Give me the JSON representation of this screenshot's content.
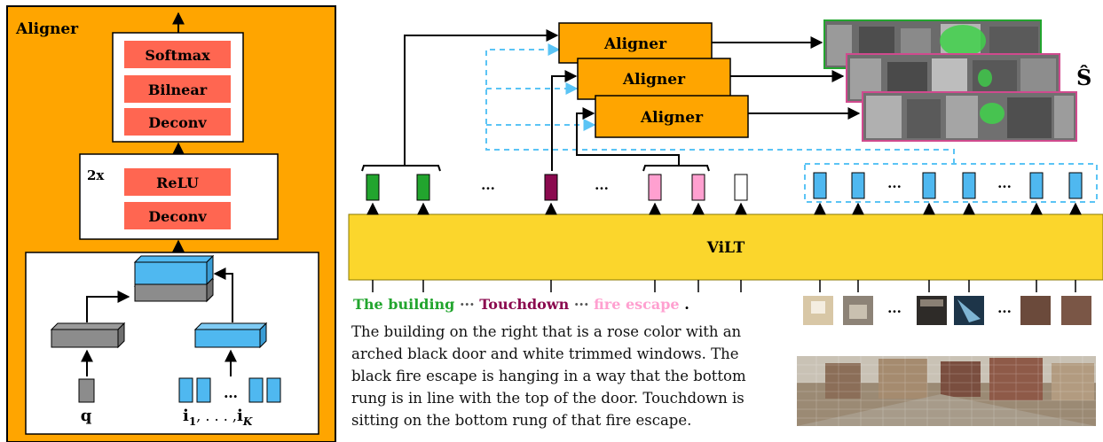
{
  "aligner_panel": {
    "title": "Aligner",
    "top_stack": [
      "Softmax",
      "Bilnear",
      "Deconv"
    ],
    "repeat_label": "2x",
    "mid_stack": [
      "ReLU",
      "Deconv"
    ],
    "query_label": "q",
    "image_features_label": "i",
    "image_features_sub1": "1",
    "image_features_subK": "K",
    "image_features_dots": "…",
    "image_features_sep": ", . . . ,"
  },
  "main": {
    "aligner_label": "Aligner",
    "vilt_label": "ViLT",
    "output_label": "Ŝ",
    "ellipsis": "···",
    "token_words": {
      "building": "The building",
      "touchdown": "Touchdown",
      "fire_escape": "fire escape",
      "period": ".",
      "dots": "···"
    },
    "caption_lines": [
      "The building on the right that is a rose color with an",
      "arched black door and white trimmed windows. The",
      "black fire escape is hanging in a way that the bottom",
      "rung is in line with the top of the door. Touchdown is",
      "sitting on the bottom rung of that fire escape."
    ]
  },
  "colors": {
    "panel_orange": "#FFA500",
    "layer_red": "#FF6651",
    "vilt_yellow": "#FBD62C",
    "green": "#22A52E",
    "maroon": "#8B0A4F",
    "pink": "#FFA0D0",
    "blue": "#4FB8F0",
    "gray": "#8C8C8C",
    "dashed_blue": "#5BC4F5"
  }
}
